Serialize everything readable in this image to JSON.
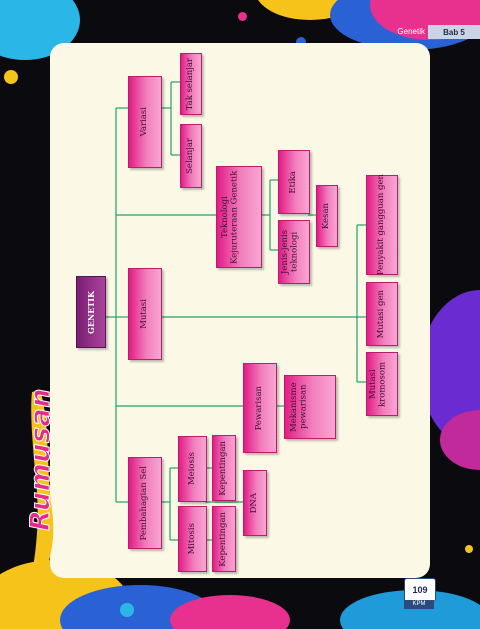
{
  "header": {
    "chapter_title": "Genetik",
    "chapter_tab": "Bab 5"
  },
  "section_title": "Rumusan",
  "page_number": "109",
  "publisher_mark": "KPM",
  "concept_map": {
    "root": "GENETIK",
    "pembahagian_sel": "Pembahagian Sel",
    "mitosis": "Mitosis",
    "meiosis": "Meiosis",
    "kepentingan_mitosis": "Kepentingan",
    "kepentingan_meiosis": "Kepentingan",
    "dna": "DNA",
    "pewarisan": "Pewarisan",
    "mekanisme": "Mekanisme pewarisan",
    "mutasi": "Mutasi",
    "mutasi_kromosom": "Mutasi kromosom",
    "mutasi_gen": "Mutasi gen",
    "penyakit": "Penyakit gangguan gen",
    "teknologi": "Teknologi Kejuruteraan Genetik",
    "jenis_teknologi": "Jenis-jenis teknologi",
    "etika": "Etika",
    "kesan": "Kesan",
    "variasi": "Variasi",
    "selanjar": "Selanjar",
    "tak_selanjar": "Tak selanjar"
  }
}
